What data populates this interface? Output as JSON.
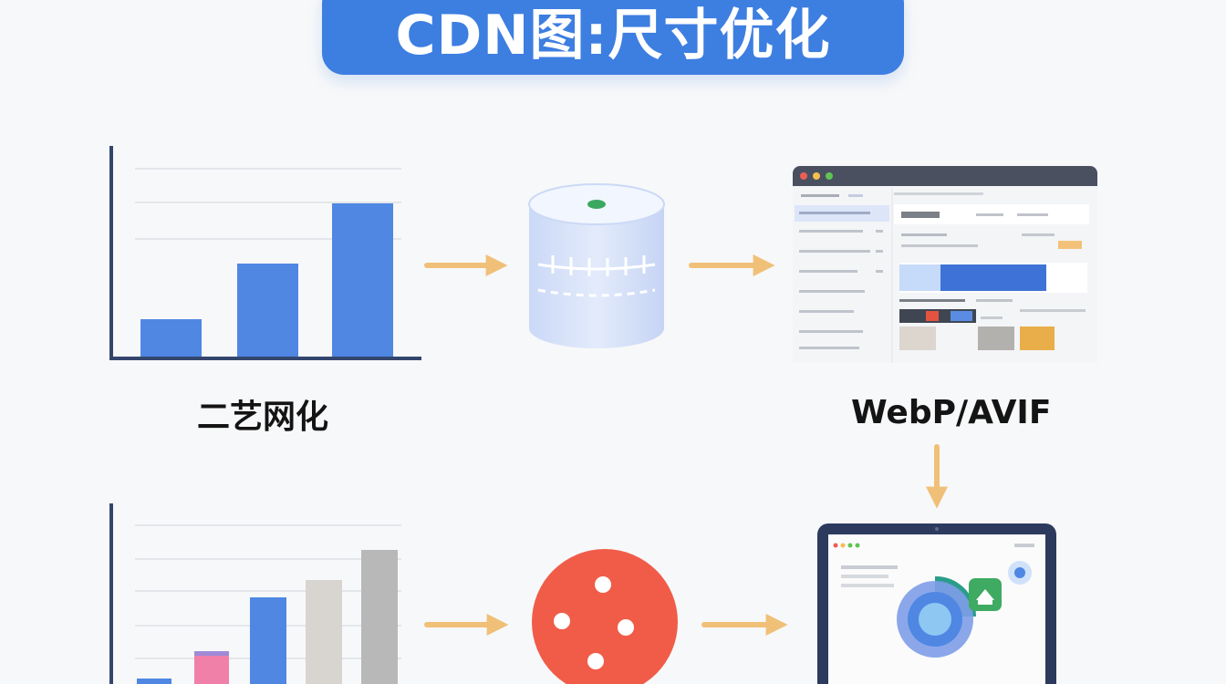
{
  "header": {
    "title": "CDN图:尺寸优化"
  },
  "labels": {
    "left_stage": "二艺网化",
    "right_stage": "WebP/AVIF"
  },
  "icons": {
    "top_chart": "bar-chart-icon",
    "database": "database-cylinder-icon",
    "browser": "browser-window-icon",
    "bottom_chart": "bar-chart-icon",
    "red_ball": "red-ball-icon",
    "laptop": "laptop-icon"
  },
  "colors": {
    "accent_blue": "#3d7ee1",
    "bar_blue": "#4f87e3",
    "arrow_orange": "#f0c078",
    "red_ball": "#f05c48",
    "pink": "#f080a8",
    "gray_bar": "#b8b8b8",
    "light_gray_bar": "#d8d4d0",
    "navy": "#34466e"
  }
}
